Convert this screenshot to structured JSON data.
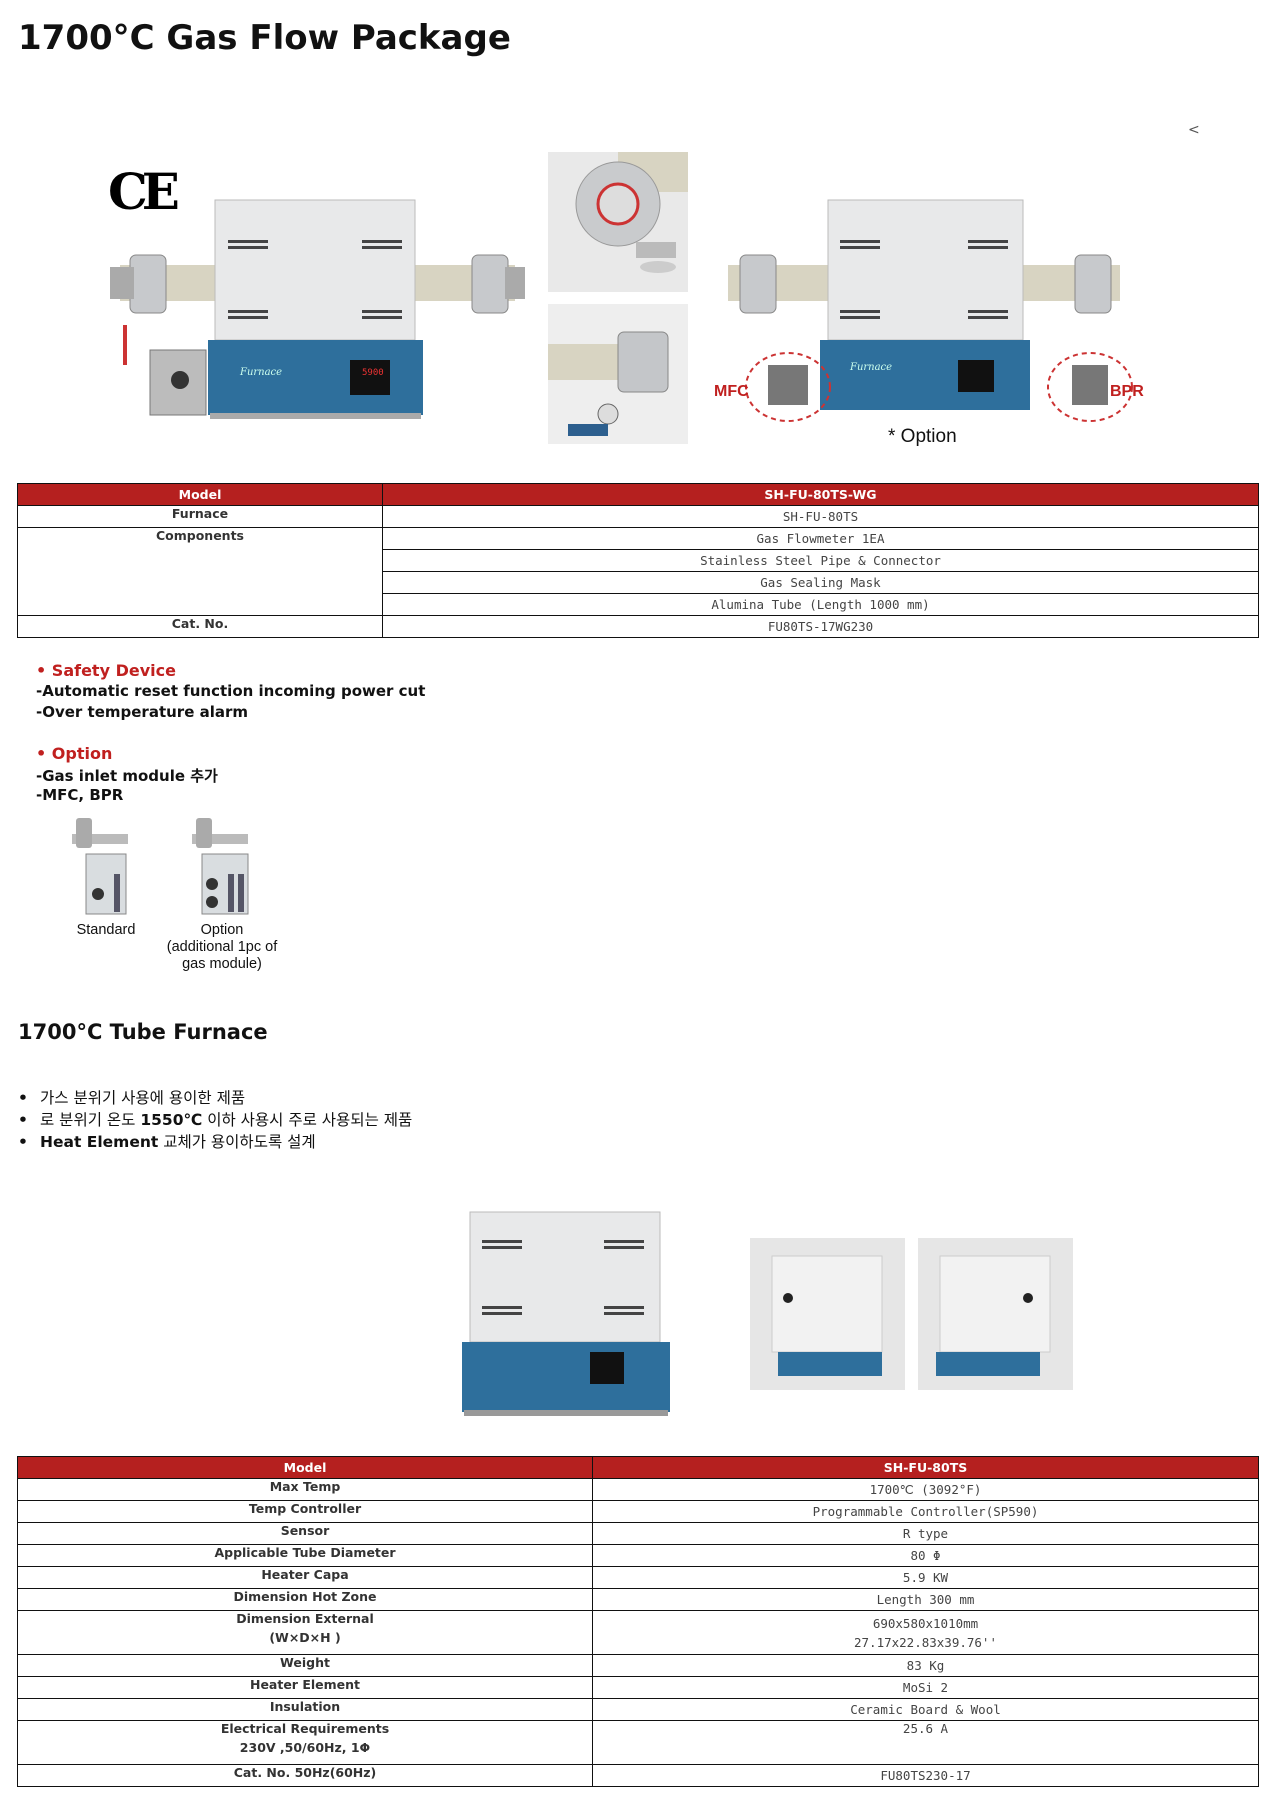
{
  "page_title": "1700°C Gas Flow Package",
  "nav": {
    "prev": "<"
  },
  "marks": {
    "ce": "CE"
  },
  "photo_labels": {
    "mfc": "MFC",
    "bpr": "BPR",
    "option": "* Option",
    "furnace_brand": "Furnace",
    "display": "5900"
  },
  "table1": {
    "header": {
      "key": "Model",
      "value": "SH-FU-80TS-WG"
    },
    "rows": [
      {
        "key": "Furnace",
        "value": "SH-FU-80TS"
      },
      {
        "key": "Components",
        "values": [
          "Gas Flowmeter 1EA",
          "Stainless Steel Pipe & Connector",
          "Gas Sealing Mask",
          "Alumina Tube (Length 1000 mm)"
        ]
      },
      {
        "key": "Cat. No.",
        "value": "FU80TS-17WG230"
      }
    ]
  },
  "safety": {
    "heading": "• Safety Device",
    "lines": [
      "-Automatic reset function incoming power cut",
      "-Over temperature alarm"
    ]
  },
  "option": {
    "heading": "• Option",
    "lines": [
      "-Gas inlet module 추가",
      "-MFC, BPR"
    ],
    "captions": {
      "standard": "Standard",
      "option_l1": "Option",
      "option_l2": "(additional 1pc of",
      "option_l3": "gas module)"
    }
  },
  "subtitle": "1700°C Tube Furnace",
  "bullets": [
    {
      "pre": "가스 분위기 사용에 용이한 제품",
      "bold": "",
      "post": ""
    },
    {
      "pre": "로 분위기 온도 ",
      "bold": "1550℃",
      "post": " 이하 사용시 주로 사용되는 제품"
    },
    {
      "pre": "",
      "bold": "Heat Element",
      "post": " 교체가 용이하도록 설계"
    }
  ],
  "table2": {
    "header": {
      "key": "Model",
      "value": "SH-FU-80TS"
    },
    "rows": [
      {
        "key": "Max Temp",
        "value": "1700℃ (3092°F)"
      },
      {
        "key": "Temp Controller",
        "value": "Programmable Controller(SP590)"
      },
      {
        "key": "Sensor",
        "value": "R type"
      },
      {
        "key": "Applicable Tube Diameter",
        "value": "80 Φ"
      },
      {
        "key": "Heater Capa",
        "value": "5.9 KW"
      },
      {
        "key": "Dimension Hot Zone",
        "value": "Length 300 mm"
      },
      {
        "key1": "Dimension External",
        "key2": "(W×D×H )",
        "value1": "690x580x1010mm",
        "value2": "27.17x22.83x39.76''"
      },
      {
        "key": "Weight",
        "value": "83 Kg"
      },
      {
        "key": "Heater Element",
        "value": "MoSi 2"
      },
      {
        "key": "Insulation",
        "value": "Ceramic Board & Wool"
      },
      {
        "key1": "Electrical Requirements",
        "key2": "230V ,50/60Hz, 1Φ",
        "value": "25.6 A"
      },
      {
        "key": "Cat. No. 50Hz(60Hz)",
        "value": "FU80TS230-17"
      }
    ]
  }
}
